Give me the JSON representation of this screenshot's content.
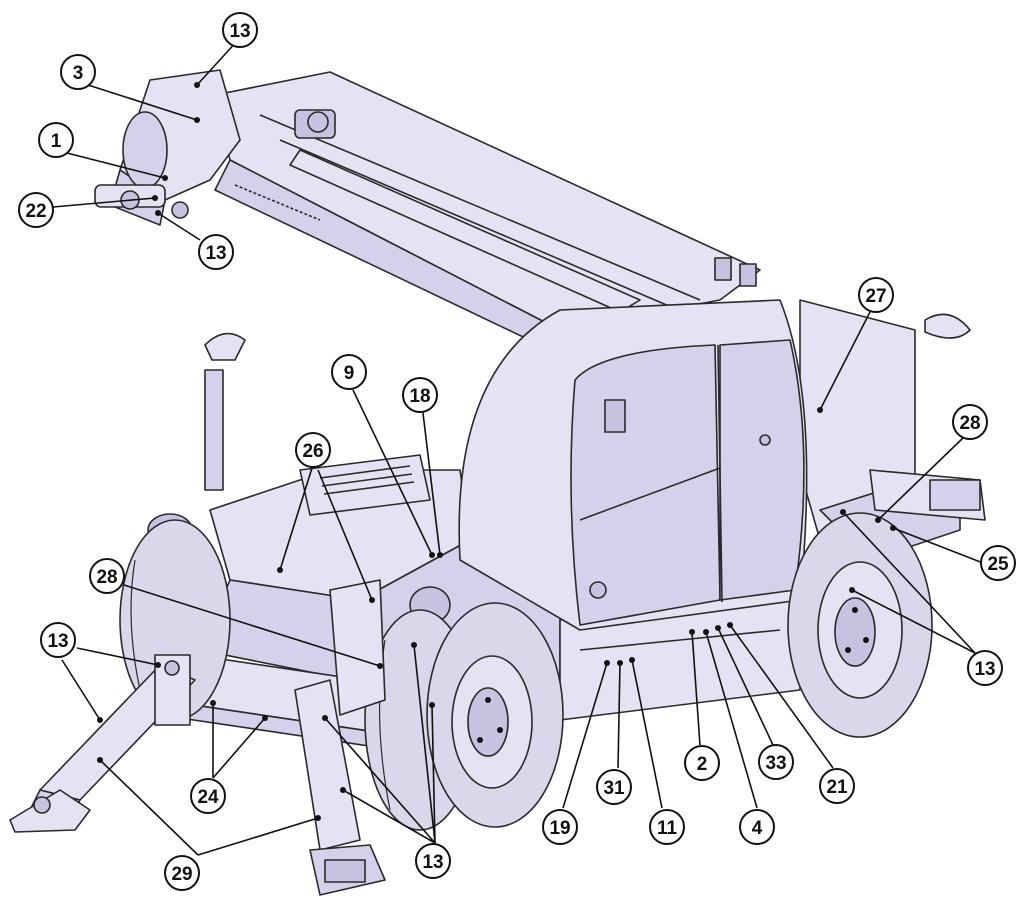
{
  "diagram": {
    "callouts": [
      {
        "id": "c13a",
        "label": "13"
      },
      {
        "id": "c3",
        "label": "3"
      },
      {
        "id": "c1",
        "label": "1"
      },
      {
        "id": "c22",
        "label": "22"
      },
      {
        "id": "c13b",
        "label": "13"
      },
      {
        "id": "c27",
        "label": "27"
      },
      {
        "id": "c9",
        "label": "9"
      },
      {
        "id": "c18",
        "label": "18"
      },
      {
        "id": "c26",
        "label": "26"
      },
      {
        "id": "c28a",
        "label": "28"
      },
      {
        "id": "c28b",
        "label": "28"
      },
      {
        "id": "c25",
        "label": "25"
      },
      {
        "id": "c13c",
        "label": "13"
      },
      {
        "id": "c13d",
        "label": "13"
      },
      {
        "id": "c24",
        "label": "24"
      },
      {
        "id": "c29",
        "label": "29"
      },
      {
        "id": "c13e",
        "label": "13"
      },
      {
        "id": "c19",
        "label": "19"
      },
      {
        "id": "c31",
        "label": "31"
      },
      {
        "id": "c11",
        "label": "11"
      },
      {
        "id": "c2",
        "label": "2"
      },
      {
        "id": "c4",
        "label": "4"
      },
      {
        "id": "c33",
        "label": "33"
      },
      {
        "id": "c21",
        "label": "21"
      }
    ]
  }
}
